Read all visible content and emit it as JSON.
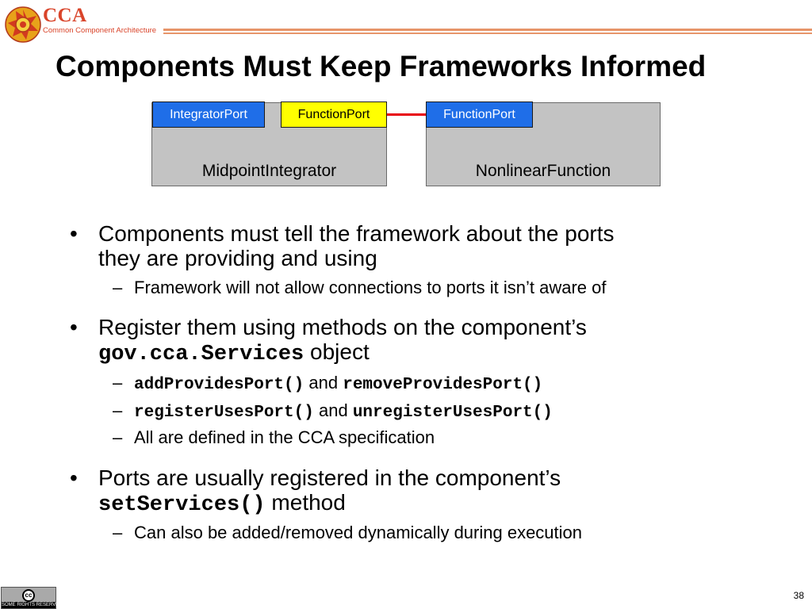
{
  "logo": {
    "name": "CCA",
    "subtitle": "Common Component Architecture",
    "emblem_icon": "cca-sun-emblem-icon"
  },
  "title": "Components Must Keep Frameworks Informed",
  "diagram": {
    "components": [
      {
        "name": "MidpointIntegrator",
        "ports": [
          "IntegratorPort",
          "FunctionPort"
        ]
      },
      {
        "name": "NonlinearFunction",
        "ports": [
          "FunctionPort"
        ]
      }
    ],
    "colors": {
      "provides_port": "#1f6ee8",
      "uses_port": "#ffff00",
      "connection": "#e8000b",
      "component": "#c3c3c3"
    }
  },
  "bullets": {
    "b1": {
      "line1": "Components must tell the framework about the ports",
      "line2": "they are providing and using",
      "sub1": "Framework will not allow connections to ports it isn’t aware of"
    },
    "b2": {
      "line1": "Register them using methods on the component’s",
      "code": "gov.cca.Services",
      "after_code": "object",
      "sub1": {
        "code1": "addProvidesPort()",
        "and": "and",
        "code2": "removeProvidesPort()"
      },
      "sub2": {
        "code1": "registerUsesPort()",
        "and": "and",
        "code2": "unregisterUsesPort()"
      },
      "sub3": "All are defined in the CCA specification"
    },
    "b3": {
      "line1": "Ports are usually registered in the component’s",
      "code": "setServices()",
      "after_code": "method",
      "sub1": "Can also be added/removed dynamically during execution"
    }
  },
  "bullet_mark": "•",
  "dash_mark": "–",
  "footer": {
    "license_icon": "creative-commons-icon",
    "license_cc": "cc",
    "license_text": "SOME RIGHTS RESERVED",
    "page_number": "38"
  }
}
